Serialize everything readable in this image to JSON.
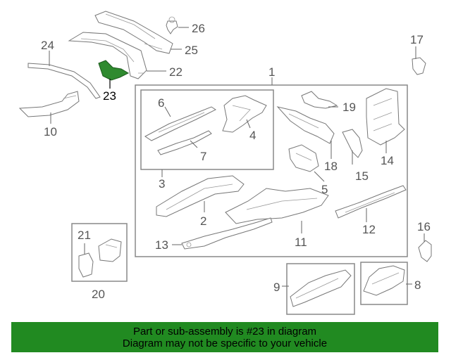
{
  "diagram": {
    "highlight_color": "#218a21",
    "callouts": {
      "c1": "1",
      "c2": "2",
      "c3": "3",
      "c4": "4",
      "c5": "5",
      "c6": "6",
      "c7": "7",
      "c8": "8",
      "c9": "9",
      "c10": "10",
      "c11": "11",
      "c12": "12",
      "c13": "13",
      "c14": "14",
      "c15": "15",
      "c16": "16",
      "c17": "17",
      "c18": "18",
      "c19": "19",
      "c20": "20",
      "c21": "21",
      "c22": "22",
      "c23": "23",
      "c24": "24",
      "c25": "25",
      "c26": "26"
    }
  },
  "banner": {
    "line1": "Part or sub-assembly is #23 in diagram",
    "line2": "Diagram may not be specific to your vehicle"
  }
}
